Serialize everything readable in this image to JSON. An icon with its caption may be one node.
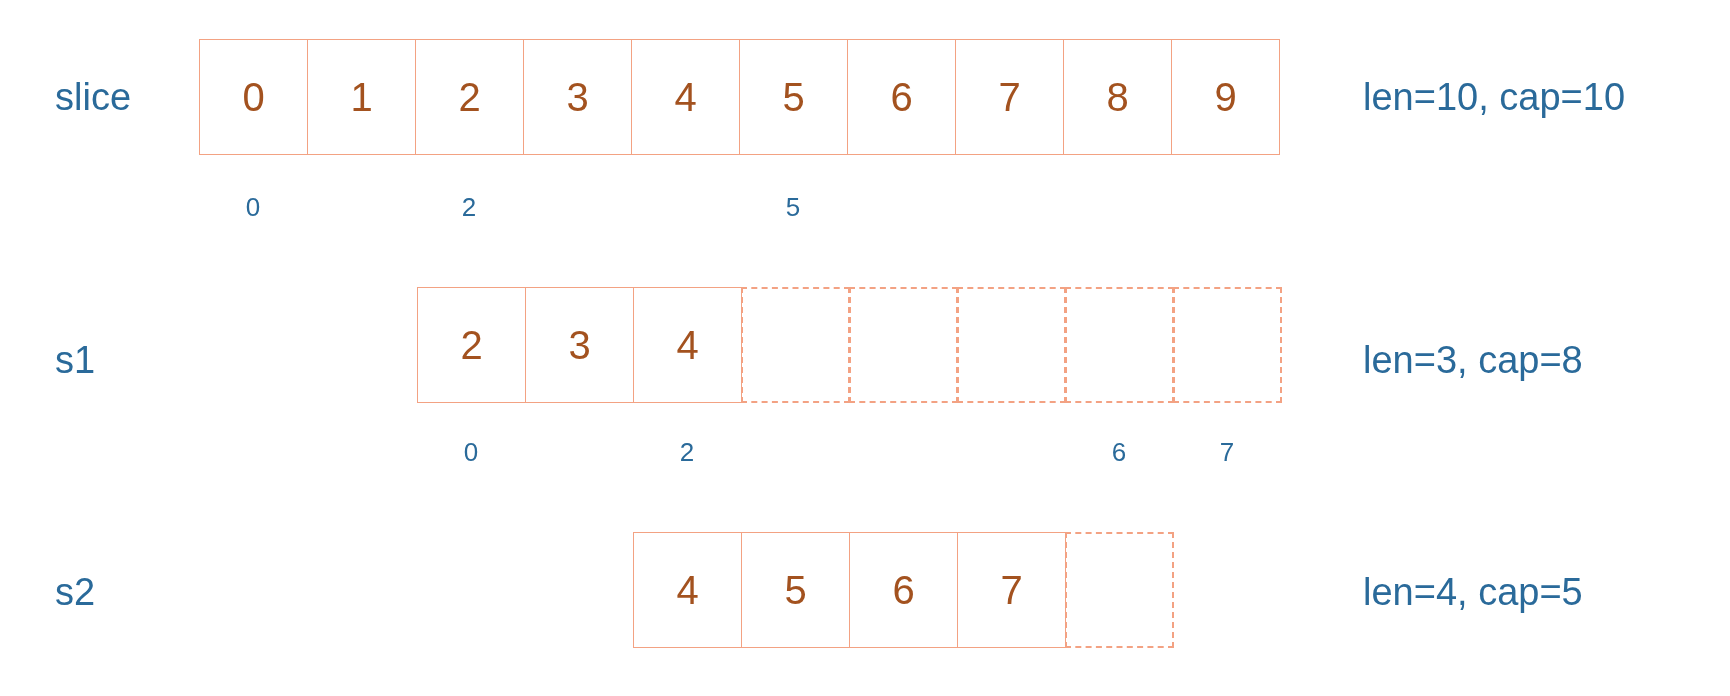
{
  "diagram": {
    "nodes": [
      {
        "text": [
          "0"
        ]
      },
      {
        "text": [
          "1"
        ]
      },
      {
        "text": [
          "2"
        ]
      },
      {
        "text": [
          "3"
        ]
      },
      {
        "text": [
          "4"
        ]
      },
      {
        "text": [
          "5"
        ]
      },
      {
        "text": [
          "6"
        ]
      },
      {
        "text": [
          "7"
        ]
      },
      {
        "text": [
          "8"
        ]
      },
      {
        "text": [
          "9"
        ]
      },
      {
        "text": [
          "2"
        ]
      },
      {
        "text": [
          "3"
        ]
      },
      {
        "text": [
          "4"
        ]
      },
      {
        "text": [],
        "shape": "box"
      },
      {
        "text": [],
        "shape": "box"
      },
      {
        "text": [],
        "shape": "box"
      },
      {
        "text": [],
        "shape": "box"
      },
      {
        "text": [],
        "shape": "box"
      },
      {
        "text": [
          "4"
        ]
      },
      {
        "text": [
          "5"
        ]
      },
      {
        "text": [
          "6"
        ]
      },
      {
        "text": [
          "7"
        ]
      },
      {
        "text": [],
        "shape": "box"
      }
    ],
    "edges": [],
    "labels": [
      "slice",
      "len=10, cap=10",
      "0",
      "2",
      "5",
      "s1",
      "len=3, cap=8",
      "0",
      "2",
      "6",
      "7",
      "s2",
      "len=4, cap=5"
    ]
  }
}
